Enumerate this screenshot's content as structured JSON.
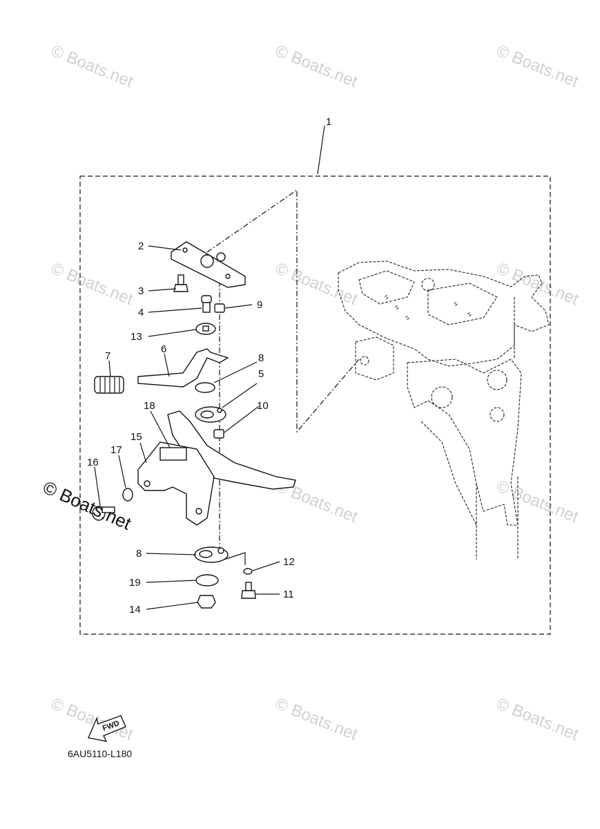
{
  "watermark": "© Boats.net",
  "drawing_code": "6AU5110-L180",
  "fwd_label": "FWD",
  "callouts": [
    "1",
    "2",
    "3",
    "4",
    "5",
    "6",
    "7",
    "8",
    "9",
    "10",
    "11",
    "12",
    "13",
    "14",
    "15",
    "16",
    "17",
    "18",
    "19"
  ]
}
